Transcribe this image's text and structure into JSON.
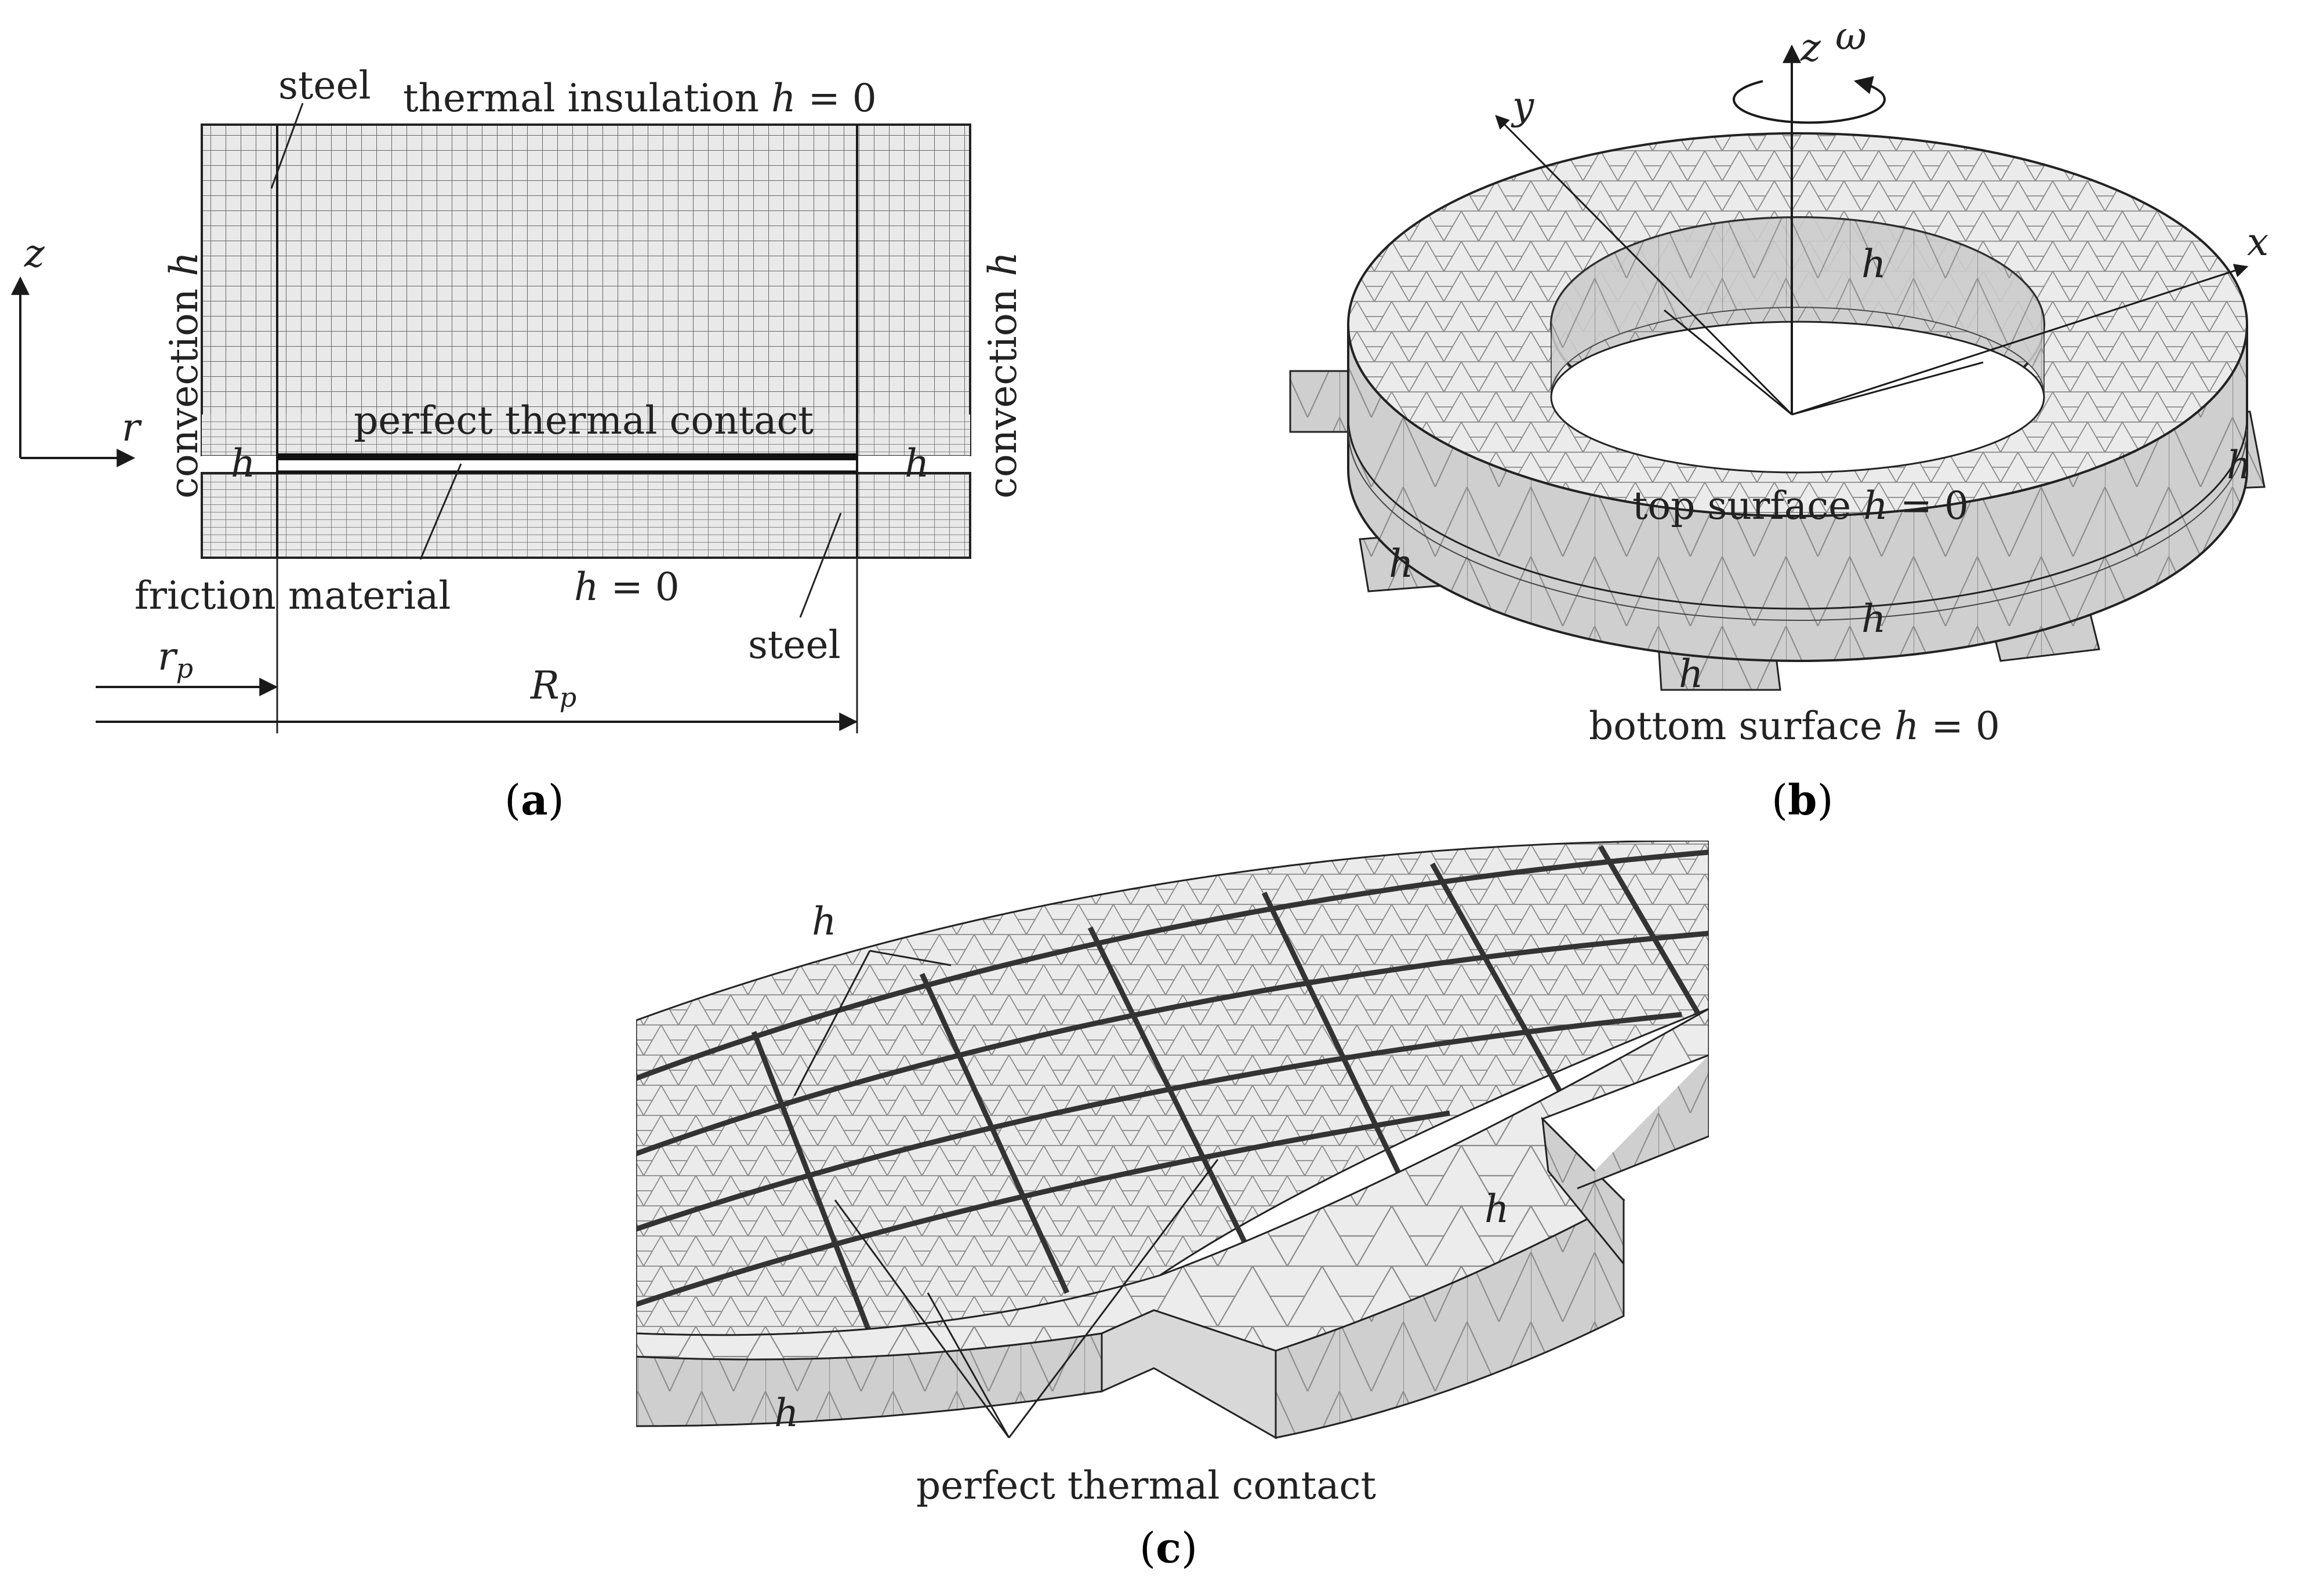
{
  "panels": [
    {
      "id": "a",
      "caption_open": "(",
      "caption_letter": "a",
      "caption_close": ")"
    },
    {
      "id": "b",
      "caption_open": "(",
      "caption_letter": "b",
      "caption_close": ")"
    },
    {
      "id": "c",
      "caption_open": "(",
      "caption_letter": "c",
      "caption_close": ")"
    }
  ],
  "panel_a": {
    "steel_top": "steel",
    "thermal_insulation": "thermal insulation ",
    "h_eq": "h",
    "eq_zero": " = 0",
    "axis_z": "z",
    "axis_r": "r",
    "convection_left": "convection ",
    "convection_right": "convection ",
    "h": "h",
    "perfect_contact": "perfect thermal contact",
    "friction_material": "friction material",
    "h_bottom": "h",
    "bottom_eq": " = 0",
    "steel_bottom": "steel",
    "r_p_main": "r",
    "r_p_sub": "p",
    "R_p_main": "R",
    "R_p_sub": "p"
  },
  "panel_b": {
    "axis_z": "z",
    "axis_omega": "ω",
    "axis_y": "y",
    "axis_x": "x",
    "h": "h",
    "top_surface": "top surface ",
    "bottom_surface": "bottom surface ",
    "eq_zero": " = 0"
  },
  "panel_c": {
    "h": "h",
    "perfect_contact": "perfect thermal contact"
  },
  "colors": {
    "mesh_fill": "#e9e9e9",
    "mesh_line": "#555555",
    "dark_face": "#c8c8c8",
    "text": "#222222"
  }
}
